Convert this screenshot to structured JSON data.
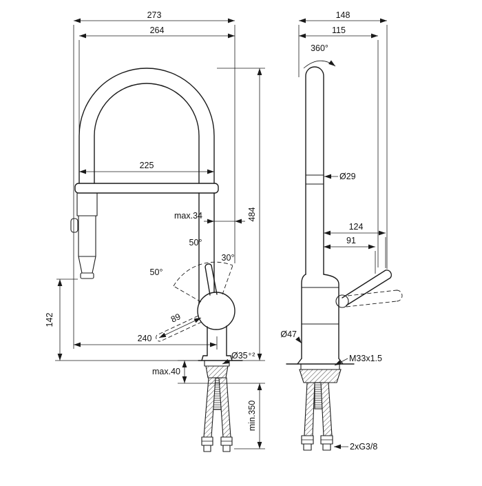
{
  "drawing": {
    "front": {
      "overall_width": "273",
      "spout_width": "264",
      "outer_width": "225",
      "max_offset": "max.34",
      "overall_height": "484",
      "spray_height": "142",
      "reach": "240",
      "angle_top": "50°",
      "angle_right": "30°",
      "angle_left": "50°",
      "lever_length": "89",
      "max_deck": "max.40",
      "hole_dia": "Ø35⁺²",
      "min_hose_length": "min.350"
    },
    "side": {
      "overall_depth": "148",
      "body_depth": "115",
      "swivel": "360°",
      "spout_dia": "Ø29",
      "lever_reach": "124",
      "pivot_reach": "91",
      "body_dia": "Ø47",
      "shank_thread": "M33x1.5",
      "hose_thread": "2xG3/8"
    }
  }
}
